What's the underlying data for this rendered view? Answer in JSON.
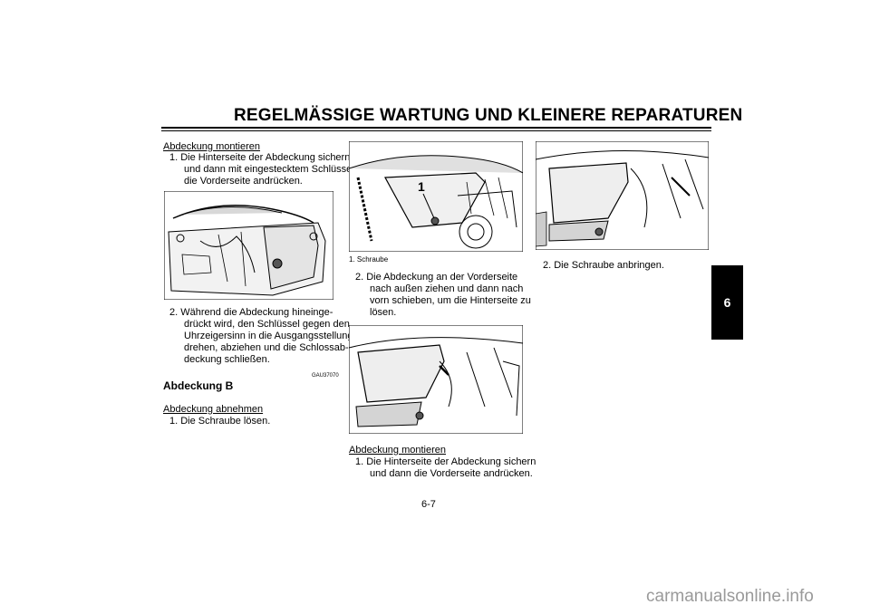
{
  "header": {
    "title": "REGELMÄSSIGE WARTUNG UND KLEINERE REPARATUREN"
  },
  "section_tab": "6",
  "col1": {
    "sub1": "Abdeckung montieren",
    "step1": [
      "1.  Die Hinterseite der Abdeckung sichern",
      "und dann mit eingestecktem Schlüssel",
      "die Vorderseite andrücken."
    ],
    "step2": [
      "2.  Während die Abdeckung hineinge-",
      "drückt wird, den Schlüssel gegen den",
      "Uhrzeigersinn in die Ausgangsstellung",
      "drehen, abziehen und die Schlossab-",
      "deckung schließen."
    ],
    "code": "GAU37070",
    "heading": "Abdeckung B",
    "sub2": "Abdeckung abnehmen",
    "step3": "1.  Die Schraube lösen."
  },
  "col2": {
    "callout": "1",
    "caption": "1.  Schraube",
    "step1": [
      "2.  Die Abdeckung an der Vorderseite",
      "nach außen ziehen und dann nach",
      "vorn schieben, um die Hinterseite zu",
      "lösen."
    ],
    "sub": "Abdeckung montieren",
    "step2": [
      "1.  Die Hinterseite der Abdeckung sichern",
      "und dann die Vorderseite andrücken."
    ]
  },
  "col3": {
    "step1": "2.  Die Schraube anbringen."
  },
  "page_number": "6-7",
  "watermark": "carmanualsonline.info"
}
